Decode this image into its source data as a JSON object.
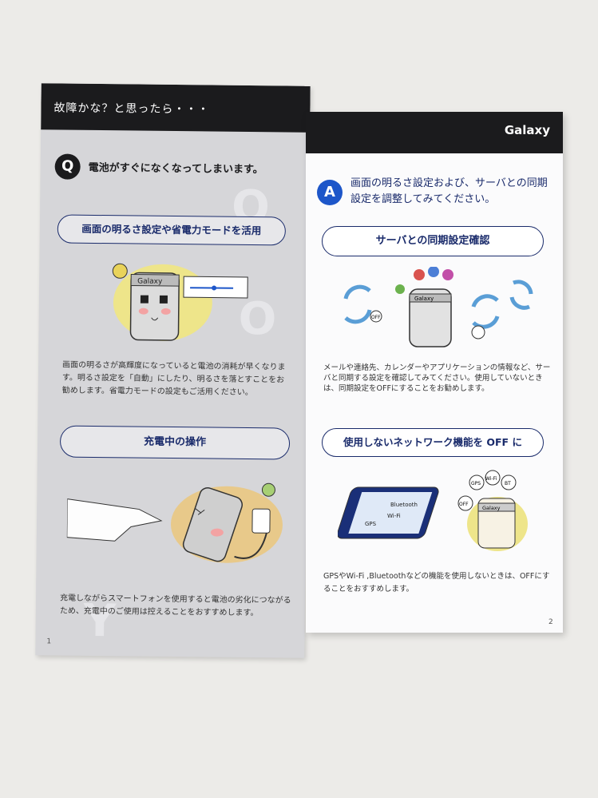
{
  "left_page": {
    "header": "故障かな？と思ったら・・・",
    "question_icon": "Q",
    "question": "電池がすぐになくなってしまいます。",
    "section1": {
      "title": "画面の明るさ設定や省電力モードを活用",
      "text": "画面の明るさが高輝度になっていると電池の消耗が早くなります。明るさ設定を「自動」にしたり、明るさを落とすことをお勧めします。省電力モードの設定もご活用ください。",
      "illustration_label": "Galaxy"
    },
    "section2": {
      "title": "充電中の操作",
      "text": "充電しながらスマートフォンを使用すると電池の劣化につながるため、充電中のご使用は控えることをおすすめします。"
    },
    "page_number": "1"
  },
  "right_page": {
    "header_brand": "Galaxy",
    "answer_icon": "A",
    "answer": "画面の明るさ設定および、サーバとの同期設定を調整してみてください。",
    "section1": {
      "title": "サーバとの同期設定確認",
      "text": "メールや連絡先、カレンダーやアプリケーションの情報など、サーバと同期する設定を確認してみてください。使用していないときは、同期設定をOFFにすることをお勧めします。",
      "off_label": "OFF",
      "illustration_label": "Galaxy"
    },
    "section2": {
      "title": "使用しないネットワーク機能を OFF に",
      "text": "GPSやWi-Fi ,Bluetoothなどの機能を使用しないときは、OFFにすることをおすすめします。",
      "phone_labels": [
        "Bluetooth",
        "Wi-Fi",
        "GPS"
      ],
      "balloon_labels": [
        "GPS",
        "Wi-Fi",
        "BT",
        "OFF"
      ],
      "illustration_label": "Galaxy"
    },
    "page_number": "2"
  }
}
